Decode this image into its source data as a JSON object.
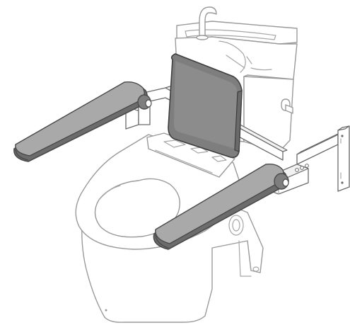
{
  "colors": {
    "background": "#ffffff",
    "outline_light": "#9a9a9a",
    "outline_dark": "#4a4a4a",
    "cushion_gray": "#7e7e7e",
    "cushion_highlight": "#a9a9a9",
    "armrest_shadow": "#6c6c6c"
  },
  "parts": [
    "toilet-tank",
    "faucet",
    "flush-lever",
    "toilet-bowl",
    "toilet-seat",
    "backrest-cushion",
    "left-armrest",
    "right-armrest",
    "mounting-bar",
    "wall-bracket"
  ]
}
